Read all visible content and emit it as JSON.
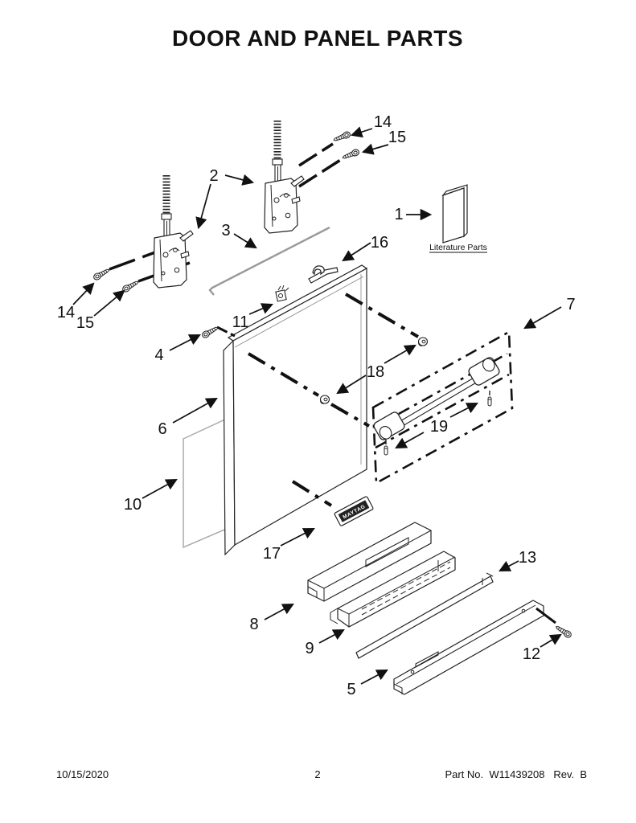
{
  "page": {
    "title": "DOOR AND PANEL PARTS",
    "footer": {
      "date": "10/15/2020",
      "page_number": "2",
      "part_info": "Part No.  W11439208   Rev.  B"
    }
  },
  "diagram": {
    "literature_label": "Literature Parts",
    "badge_text": "MAYTAG",
    "callouts": {
      "c1": "1",
      "c2": "2",
      "c3": "3",
      "c4": "4",
      "c5": "5",
      "c6": "6",
      "c7": "7",
      "c8": "8",
      "c9": "9",
      "c10": "10",
      "c11": "11",
      "c12": "12",
      "c13": "13",
      "c14": "14",
      "c15": "15",
      "c16": "16",
      "c17": "17",
      "c18": "18",
      "c19": "19"
    }
  }
}
